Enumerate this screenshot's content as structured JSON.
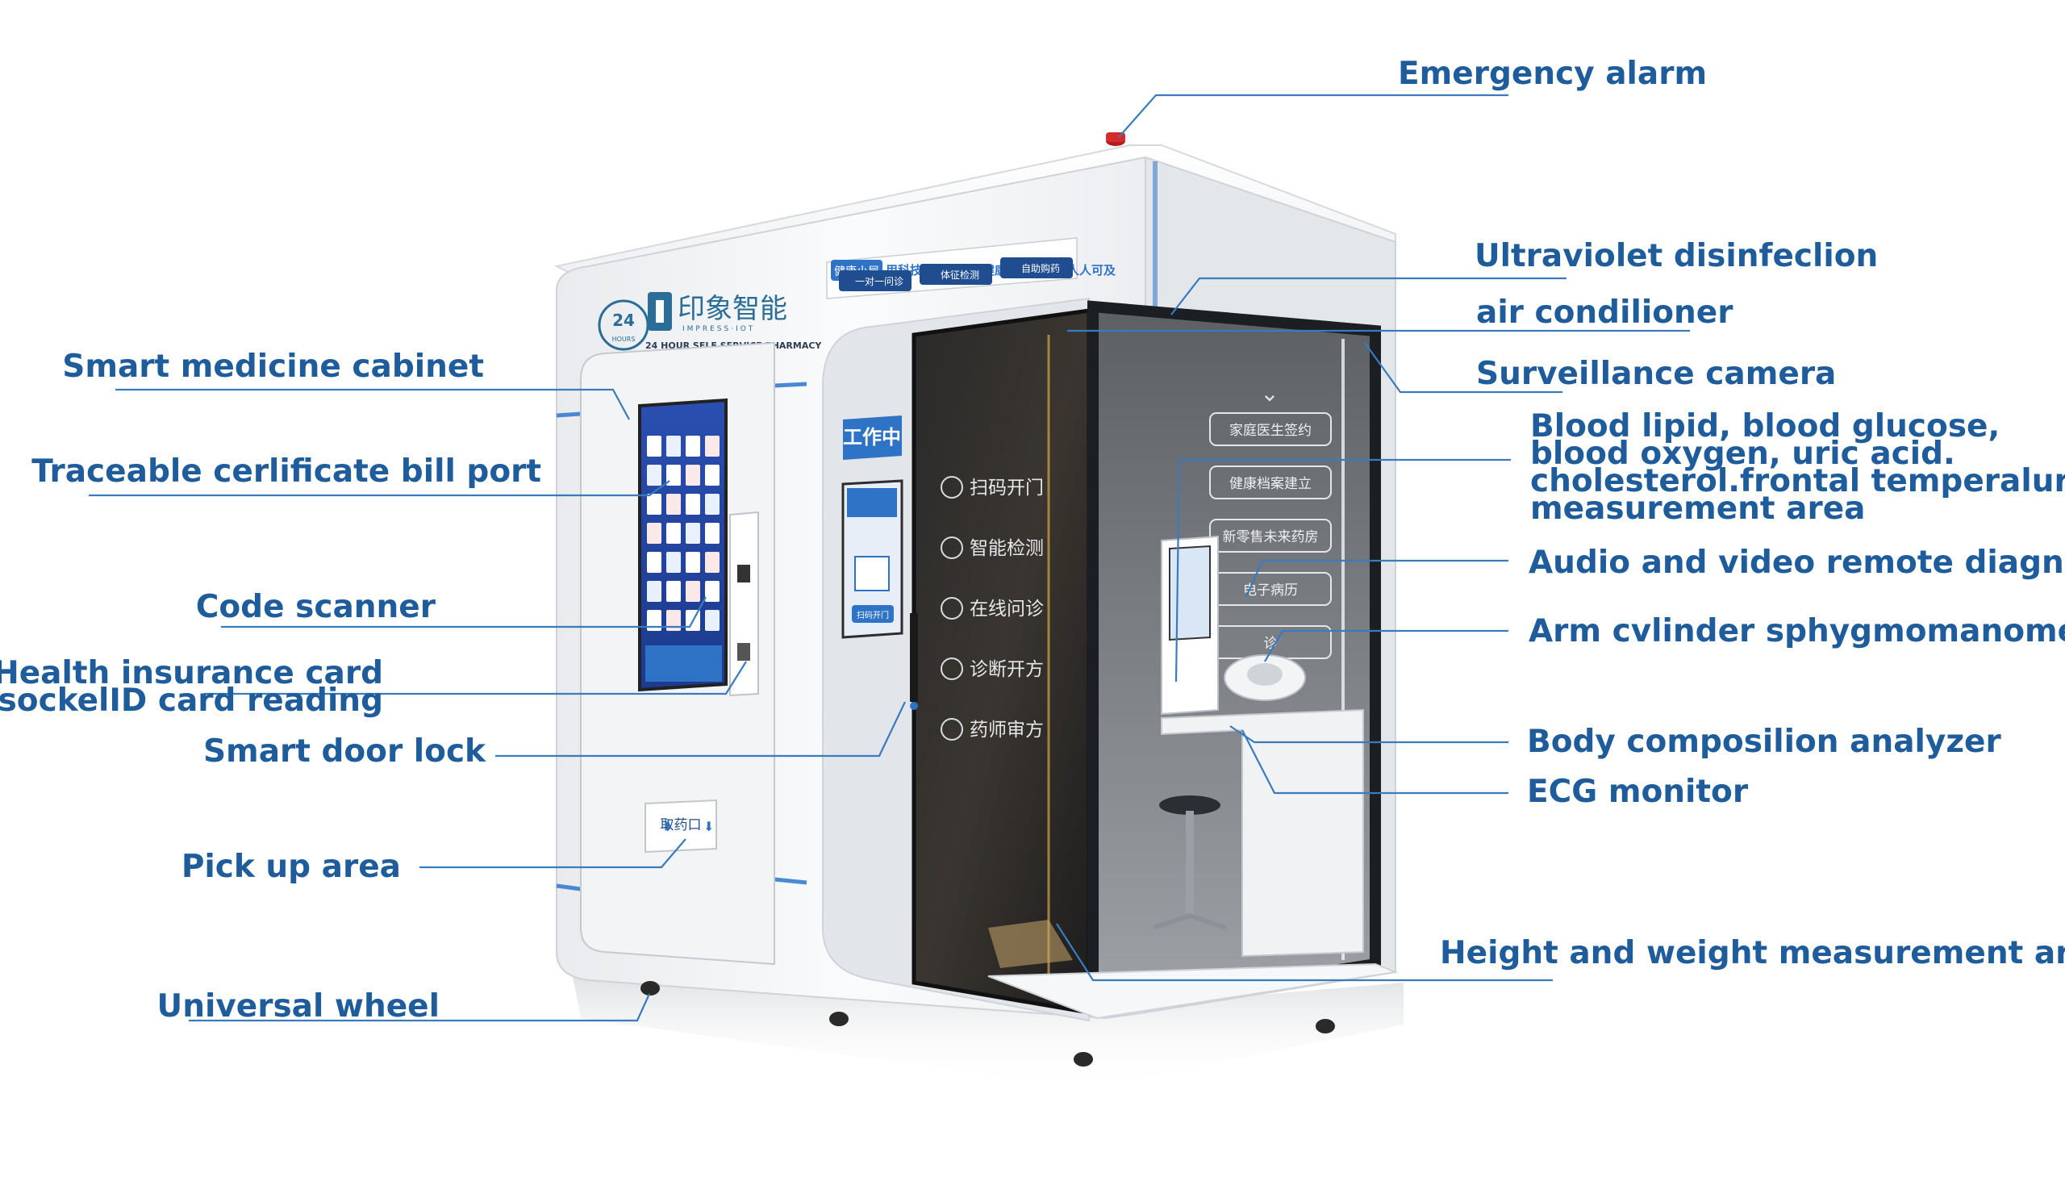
{
  "machine": {
    "brand_cn": "印象智能",
    "brand_en": "IMPRESS·IOT",
    "badge_number": "24",
    "badge_word": "HOURS",
    "subtitle": "24 HOUR SELF SERVICE PHARMACY",
    "header_tag": "健康小屋",
    "slogan": "用科技使高品质的健康与医疗服务人人可及",
    "header_buttons": [
      "一对一问诊",
      "体征检测",
      "自助购药"
    ],
    "status_sign": "工作中",
    "door_features": [
      "扫码开门",
      "智能检测",
      "在线问诊",
      "诊断开方",
      "药师审方"
    ],
    "wall_panels": [
      "家庭医生签约",
      "健康档案建立",
      "新零售未来药房",
      "电子病历",
      "诊"
    ],
    "pickup_label": "取药口",
    "kiosk_button": "扫码开门"
  },
  "callouts": {
    "left": [
      "Smart medicine cabinet",
      "Traceable cerlificate bill port",
      "Code scanner",
      [
        "Health insurance card",
        "sockelID card reading"
      ],
      "Smart door lock",
      "Pick up area",
      "Universal wheel"
    ],
    "right": [
      "Emergency alarm",
      "Ultraviolet disinfeclion",
      "air condilioner",
      "Surveillance camera",
      [
        "Blood lipid, blood glucose,",
        "blood oxygen, uric acid.",
        "cholesterol.frontal temperalure",
        "measurement area"
      ],
      "Audio and video remote diagnosis",
      "Arm cvlinder sphygmomanometer",
      "Body composilion analyzer",
      "ECG monitor",
      "Height and weight measurement area"
    ]
  },
  "colors": {
    "label": "#1f5c9c",
    "leader_line": "#3a7bbd",
    "machine_body": "#f4f5f6",
    "accent_blue": "#2f73c6",
    "dark_frame": "#1b1f24"
  }
}
